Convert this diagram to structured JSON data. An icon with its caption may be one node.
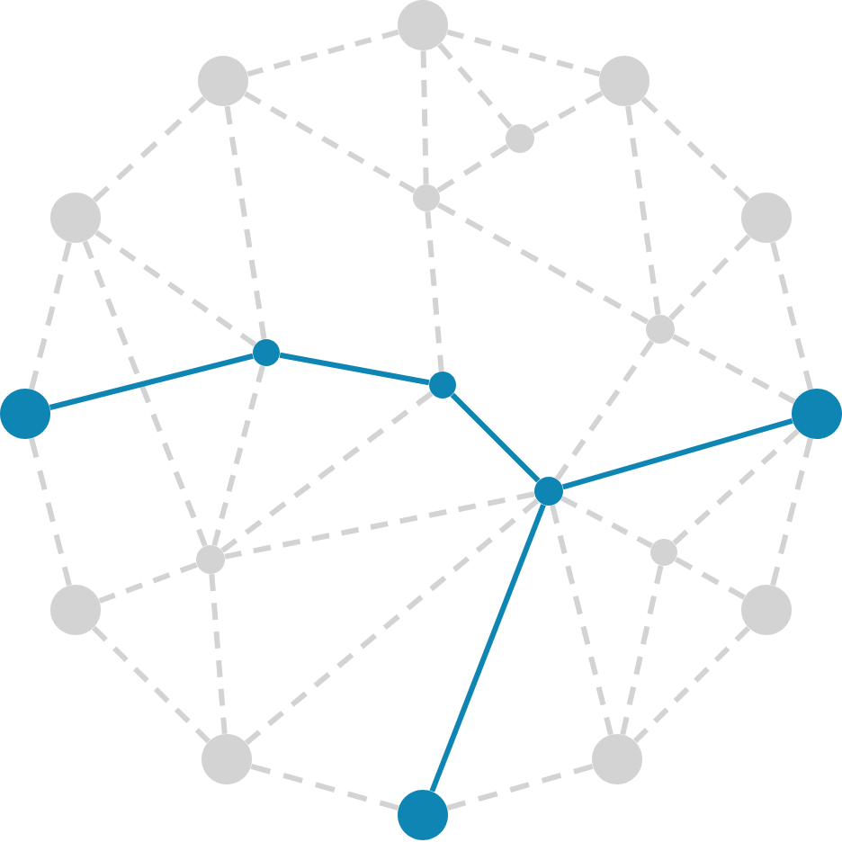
{
  "diagram": {
    "nodes": [
      {
        "text": [],
        "shape": "circle"
      },
      {
        "text": [],
        "shape": "circle"
      },
      {
        "text": [],
        "shape": "circle"
      },
      {
        "text": [],
        "shape": "circle"
      },
      {
        "text": [],
        "shape": "circle"
      },
      {
        "text": [],
        "shape": "circle"
      },
      {
        "text": [],
        "shape": "circle"
      },
      {
        "text": [],
        "shape": "circle"
      },
      {
        "text": [],
        "shape": "circle"
      },
      {
        "text": [],
        "shape": "circle"
      },
      {
        "text": [],
        "shape": "circle"
      },
      {
        "text": [],
        "shape": "circle"
      },
      {
        "text": [],
        "shape": "circle"
      },
      {
        "text": [],
        "shape": "circle"
      },
      {
        "text": [],
        "shape": "circle"
      },
      {
        "text": [],
        "shape": "circle"
      },
      {
        "text": [],
        "shape": "circle"
      },
      {
        "text": [],
        "shape": "circle"
      },
      {
        "text": [],
        "shape": "circle"
      },
      {
        "text": [],
        "shape": "circle"
      }
    ],
    "edges": [
      {
        "from": 0,
        "to": 1,
        "arrow": "none",
        "style": "dashed"
      },
      {
        "from": 0,
        "to": 2,
        "arrow": "none",
        "style": "dashed"
      },
      {
        "from": 0,
        "to": 3,
        "arrow": "none",
        "style": "dashed"
      },
      {
        "from": 0,
        "to": 4,
        "arrow": "none",
        "style": "dashed"
      },
      {
        "from": 1,
        "to": 5,
        "arrow": "none",
        "style": "dashed"
      },
      {
        "from": 1,
        "to": 4,
        "arrow": "none",
        "style": "dashed"
      },
      {
        "from": 1,
        "to": 8,
        "arrow": "none",
        "style": "dashed"
      },
      {
        "from": 2,
        "to": 3,
        "arrow": "none",
        "style": "dashed"
      },
      {
        "from": 2,
        "to": 6,
        "arrow": "none",
        "style": "dashed"
      },
      {
        "from": 2,
        "to": 7,
        "arrow": "none",
        "style": "dashed"
      },
      {
        "from": 3,
        "to": 4,
        "arrow": "none",
        "style": "dashed"
      },
      {
        "from": 4,
        "to": 7,
        "arrow": "none",
        "style": "dashed"
      },
      {
        "from": 4,
        "to": 9,
        "arrow": "none",
        "style": "dashed"
      },
      {
        "from": 5,
        "to": 10,
        "arrow": "none",
        "style": "dashed"
      },
      {
        "from": 5,
        "to": 8,
        "arrow": "none",
        "style": "dashed"
      },
      {
        "from": 5,
        "to": 14,
        "arrow": "none",
        "style": "dashed"
      },
      {
        "from": 6,
        "to": 7,
        "arrow": "none",
        "style": "dashed"
      },
      {
        "from": 6,
        "to": 11,
        "arrow": "none",
        "style": "dashed"
      },
      {
        "from": 7,
        "to": 11,
        "arrow": "none",
        "style": "dashed"
      },
      {
        "from": 7,
        "to": 12,
        "arrow": "none",
        "style": "dashed"
      },
      {
        "from": 8,
        "to": 14,
        "arrow": "none",
        "style": "dashed"
      },
      {
        "from": 9,
        "to": 14,
        "arrow": "none",
        "style": "dashed"
      },
      {
        "from": 10,
        "to": 15,
        "arrow": "none",
        "style": "dashed"
      },
      {
        "from": 11,
        "to": 13,
        "arrow": "none",
        "style": "dashed"
      },
      {
        "from": 11,
        "to": 16,
        "arrow": "none",
        "style": "dashed"
      },
      {
        "from": 12,
        "to": 13,
        "arrow": "none",
        "style": "dashed"
      },
      {
        "from": 12,
        "to": 14,
        "arrow": "none",
        "style": "dashed"
      },
      {
        "from": 12,
        "to": 17,
        "arrow": "none",
        "style": "dashed"
      },
      {
        "from": 12,
        "to": 18,
        "arrow": "none",
        "style": "dashed"
      },
      {
        "from": 13,
        "to": 16,
        "arrow": "none",
        "style": "dashed"
      },
      {
        "from": 13,
        "to": 18,
        "arrow": "none",
        "style": "dashed"
      },
      {
        "from": 14,
        "to": 15,
        "arrow": "none",
        "style": "dashed"
      },
      {
        "from": 14,
        "to": 17,
        "arrow": "none",
        "style": "dashed"
      },
      {
        "from": 15,
        "to": 17,
        "arrow": "none",
        "style": "dashed"
      },
      {
        "from": 16,
        "to": 18,
        "arrow": "none",
        "style": "dashed"
      },
      {
        "from": 17,
        "to": 19,
        "arrow": "none",
        "style": "dashed"
      },
      {
        "from": 18,
        "to": 19,
        "arrow": "none",
        "style": "dashed"
      },
      {
        "from": 10,
        "to": 8,
        "arrow": "none",
        "color": "#0f85b3"
      },
      {
        "from": 8,
        "to": 9,
        "arrow": "none",
        "color": "#0f85b3"
      },
      {
        "from": 9,
        "to": 12,
        "arrow": "none",
        "color": "#0f85b3"
      },
      {
        "from": 12,
        "to": 11,
        "arrow": "none",
        "color": "#0f85b3"
      },
      {
        "from": 12,
        "to": 19,
        "arrow": "none",
        "color": "#0f85b3"
      }
    ]
  }
}
